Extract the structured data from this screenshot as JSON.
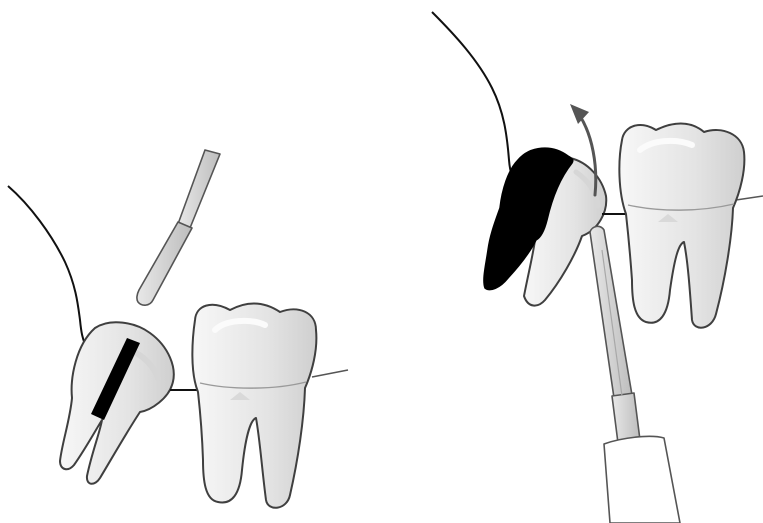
{
  "colors": {
    "background": "#ffffff",
    "outline": "#3f3f3f",
    "tooth_fill": "#e6e6e6",
    "tooth_highlight": "#f6f6f6",
    "tooth_shade": "#c9c9c9",
    "instrument_fill": "#d4d4d4",
    "instrument_dark": "#b5b5b5",
    "cut_band": "#000000",
    "removed_crown": "#000000",
    "arrow": "#555555",
    "gum_line": "#111111"
  },
  "panels": [
    {
      "id": "left",
      "elements": [
        "gum-line",
        "impacted-tooth",
        "cut-band",
        "adjacent-molar",
        "bur-instrument",
        "contact-line",
        "bone-line"
      ]
    },
    {
      "id": "right",
      "elements": [
        "gum-line",
        "removed-crown-section",
        "tooth-root-section",
        "adjacent-molar",
        "elevator-instrument",
        "rotation-arrow",
        "contact-line",
        "bone-line"
      ]
    }
  ],
  "icons": {
    "arrow": "curved-rotation-arrow-icon"
  }
}
